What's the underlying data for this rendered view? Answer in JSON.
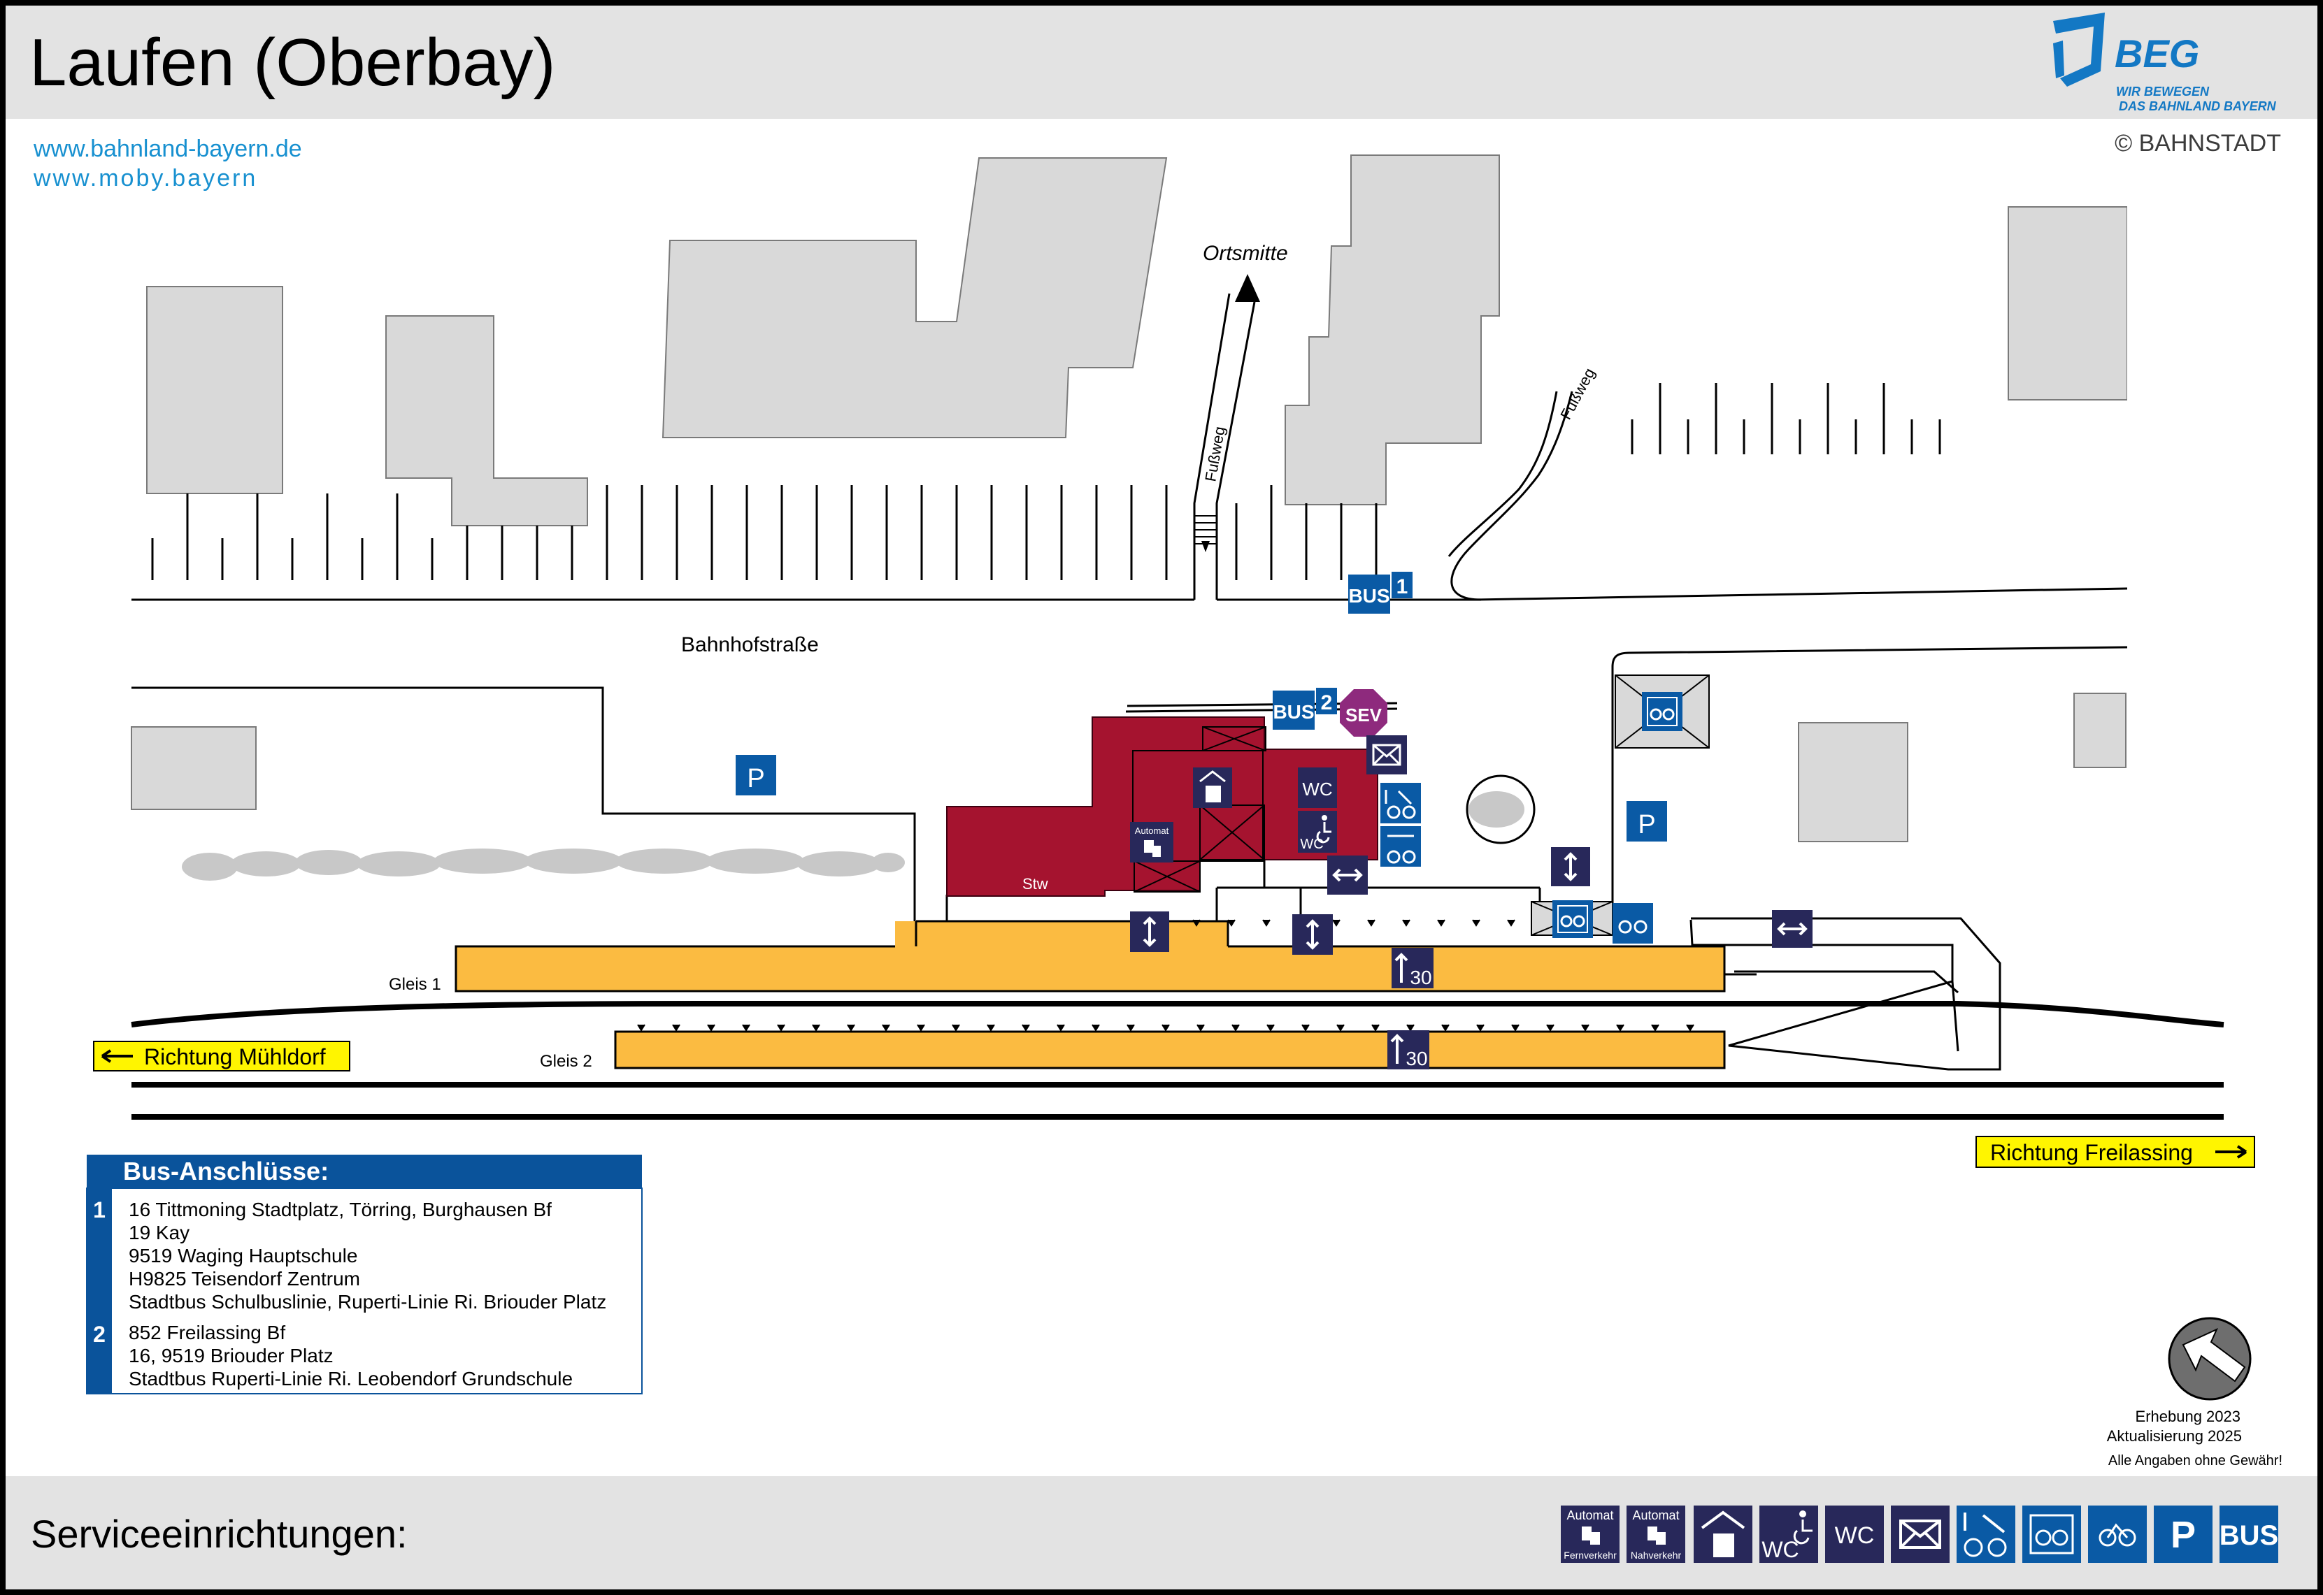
{
  "header": {
    "title": "Laufen (Oberbay)",
    "logo_text": "BEG",
    "logo_tagline_1": "WIR BEWEGEN",
    "logo_tagline_2": "DAS BAHNLAND BAYERN"
  },
  "links": [
    "www.bahnland-bayern.de",
    "www.moby.bayern"
  ],
  "copyright": "© BAHNSTADT",
  "labels": {
    "ortsmitte": "Ortsmitte",
    "fussweg": "Fußweg",
    "street": "Bahnhofstraße",
    "stw": "Stw",
    "gleis_1": "Gleis 1",
    "gleis_2": "Gleis 2",
    "direction_west": "Richtung Mühldorf",
    "direction_east": "Richtung Freilassing",
    "platform_height_1": "30",
    "platform_height_2": "30",
    "bus_stop_1": "1",
    "bus_stop_2": "2",
    "bus": "BUS",
    "sev": "SEV",
    "wc": "WC",
    "parking": "P",
    "automat": "Automat"
  },
  "bus_connections": {
    "title": "Bus-Anschlüsse:",
    "stops": [
      {
        "number": "1",
        "lines": [
          "16 Tittmoning Stadtplatz, Törring, Burghausen Bf",
          "19 Kay",
          "9519 Waging Hauptschule",
          "H9825 Teisendorf Zentrum",
          "Stadtbus Schulbuslinie, Ruperti-Linie Ri. Briouder Platz"
        ]
      },
      {
        "number": "2",
        "lines": [
          "852 Freilassing Bf",
          "16, 9519 Briouder Platz",
          "Stadtbus Ruperti-Linie Ri. Leobendorf Grundschule"
        ]
      }
    ]
  },
  "survey": {
    "line_1": "Erhebung 2023",
    "line_2": "Aktualisierung 2025",
    "line_3": "Alle Angaben ohne Gewähr!"
  },
  "footer": {
    "title": "Serviceeinrichtungen:",
    "legend": [
      {
        "icon": "ticket-machine-long-distance-icon",
        "top": "Automat",
        "bottom": "Fernverkehr"
      },
      {
        "icon": "ticket-machine-regional-icon",
        "top": "Automat",
        "bottom": "Nahverkehr"
      },
      {
        "icon": "waiting-shelter-icon",
        "top": "",
        "bottom": ""
      },
      {
        "icon": "accessible-wc-icon",
        "top": "",
        "bottom": "WC"
      },
      {
        "icon": "wc-icon",
        "top": "",
        "bottom": "WC"
      },
      {
        "icon": "mailbox-icon",
        "top": "",
        "bottom": ""
      },
      {
        "icon": "bike-repair-icon",
        "top": "",
        "bottom": ""
      },
      {
        "icon": "bike-locker-icon",
        "top": "",
        "bottom": ""
      },
      {
        "icon": "bike-parking-icon",
        "top": "",
        "bottom": ""
      },
      {
        "icon": "parking-icon",
        "top": "",
        "bottom": "P"
      },
      {
        "icon": "bus-icon",
        "top": "",
        "bottom": "BUS"
      }
    ]
  },
  "colors": {
    "header_bg": "#e3e3e3",
    "building": "#d9d9d9",
    "station_building": "#a5132f",
    "platform": "#fbbb41",
    "service_icon": "#28285a",
    "info_icon": "#0a5aa5",
    "sev": "#8e2a7d",
    "direction_sign": "#fff500",
    "link_blue": "#1790d0",
    "table_header": "#0a539b"
  }
}
